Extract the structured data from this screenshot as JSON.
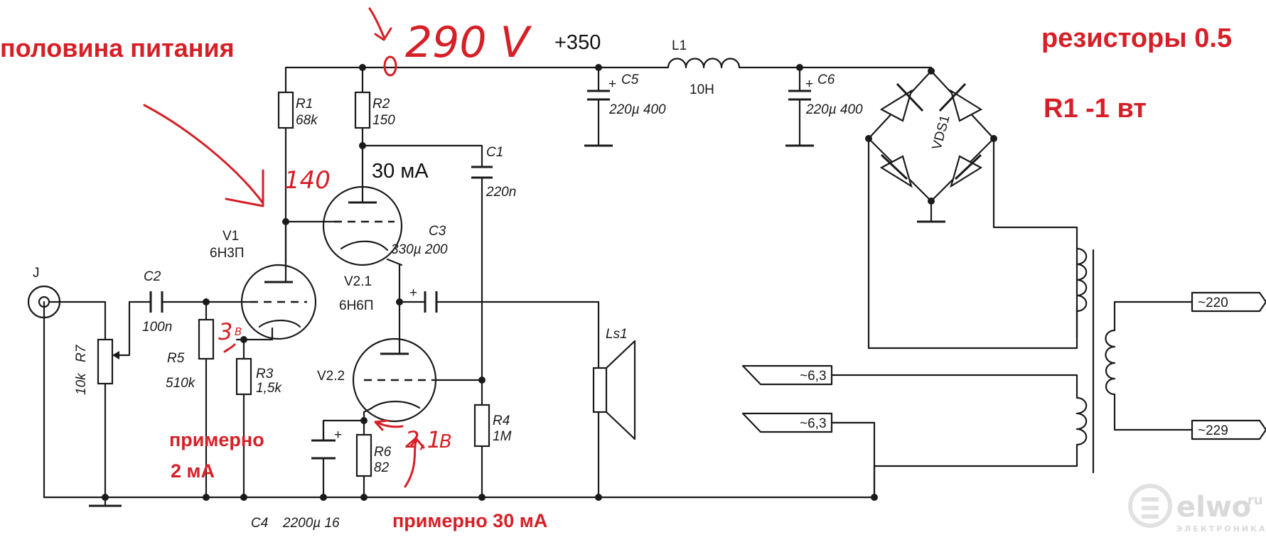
{
  "notes": {
    "half_supply": "половина питания",
    "resistors": "резисторы 0.5",
    "r1_power": "R1 -1 вт",
    "approx_2ma_line1": "примерно",
    "approx_2ma_line2": "2 мА",
    "approx_30ma": "примерно 30 мА",
    "voltage_290": "290 V",
    "voltage_140": "140",
    "voltage_3": "3",
    "voltage_3_unit": "В",
    "voltage_21": "2,1",
    "voltage_21_unit": "В"
  },
  "labels": {
    "plus350": "+350",
    "current_30ma": "30 мА",
    "jack": "J",
    "v1": "V1",
    "v1_type": "6Н3П",
    "v21": "V2.1",
    "v21_type": "6Н6П",
    "v22": "V2.2",
    "c1": "C1",
    "c1_val": "220n",
    "c2": "C2",
    "c2_val": "100n",
    "c3": "C3",
    "c3_val": "330µ 200",
    "c4": "C4",
    "c4_val": "2200µ 16",
    "c5": "C5",
    "c5_val": "220µ 400",
    "c6": "C6",
    "c6_val": "220µ 400",
    "r1": "R1",
    "r1_val": "68k",
    "r2": "R2",
    "r2_val": "150",
    "r3": "R3",
    "r3_val": "1,5k",
    "r4": "R4",
    "r4_val": "1M",
    "r5": "R5",
    "r5_val": "510k",
    "r6": "R6",
    "r6_val": "82",
    "r7": "R7",
    "r7_val": "10k",
    "l1": "L1",
    "l1_val": "10H",
    "vds1": "VDS1",
    "ls1": "Ls1",
    "mains_220": "~220",
    "mains_229": "~229",
    "heater_1": "~6,3",
    "heater_2": "~6,3",
    "plus_c3": "+",
    "plus_c4": "+",
    "plus_c5": "+",
    "plus_c6": "+"
  },
  "watermark": {
    "brand": "elwo",
    "domain": ".ru",
    "tagline": "ЭЛЕКТРОНИКА"
  },
  "colors": {
    "annotation": "#d61f26",
    "line": "#1a1a1a",
    "background": "#ffffff"
  }
}
